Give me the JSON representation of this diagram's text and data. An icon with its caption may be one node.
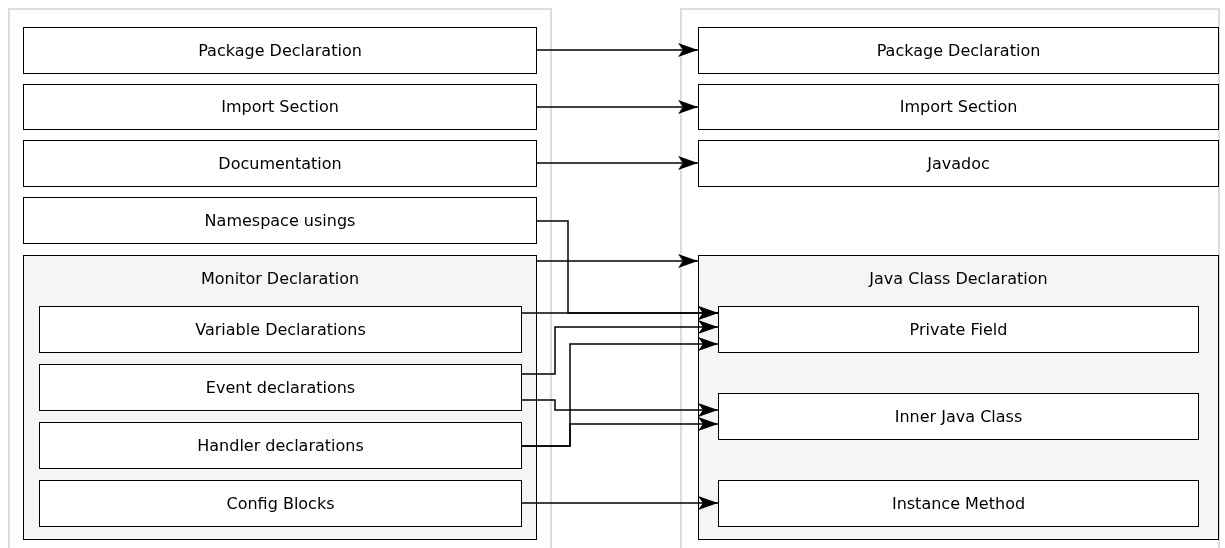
{
  "diagram": {
    "nodes": [
      {
        "text": [
          "Package Declaration"
        ]
      },
      {
        "text": [
          "Import Section"
        ]
      },
      {
        "text": [
          "Documentation"
        ]
      },
      {
        "text": [
          "Namespace usings"
        ]
      },
      {
        "text": [
          "Monitor Declaration"
        ]
      },
      {
        "text": [
          "Variable Declarations"
        ],
        "in": 4
      },
      {
        "text": [
          "Event declarations"
        ],
        "in": 4
      },
      {
        "text": [
          "Handler declarations"
        ],
        "in": 4
      },
      {
        "text": [
          "Config Blocks"
        ],
        "in": 4
      },
      {
        "text": [
          "Package Declaration"
        ]
      },
      {
        "text": [
          "Import Section"
        ]
      },
      {
        "text": [
          "Javadoc"
        ]
      },
      {
        "text": [
          "Java Class Declaration"
        ]
      },
      {
        "text": [
          "Private Field"
        ],
        "in": 12
      },
      {
        "text": [
          "Inner Java Class"
        ],
        "in": 12
      },
      {
        "text": [
          "Instance Method"
        ],
        "in": 12
      }
    ],
    "edges": [
      {
        "from": 0,
        "to": 9,
        "arrow": "to"
      },
      {
        "from": 1,
        "to": 10,
        "arrow": "to"
      },
      {
        "from": 2,
        "to": 11,
        "arrow": "to"
      },
      {
        "from": 3,
        "to": 13,
        "arrow": "to"
      },
      {
        "from": 4,
        "to": 12,
        "arrow": "to"
      },
      {
        "from": 5,
        "to": 13,
        "arrow": "to"
      },
      {
        "from": 6,
        "to": 13,
        "arrow": "to"
      },
      {
        "from": 7,
        "to": 13,
        "arrow": "to"
      },
      {
        "from": 6,
        "to": 14,
        "arrow": "to"
      },
      {
        "from": 7,
        "to": 14,
        "arrow": "to"
      },
      {
        "from": 8,
        "to": 15,
        "arrow": "to"
      }
    ]
  }
}
